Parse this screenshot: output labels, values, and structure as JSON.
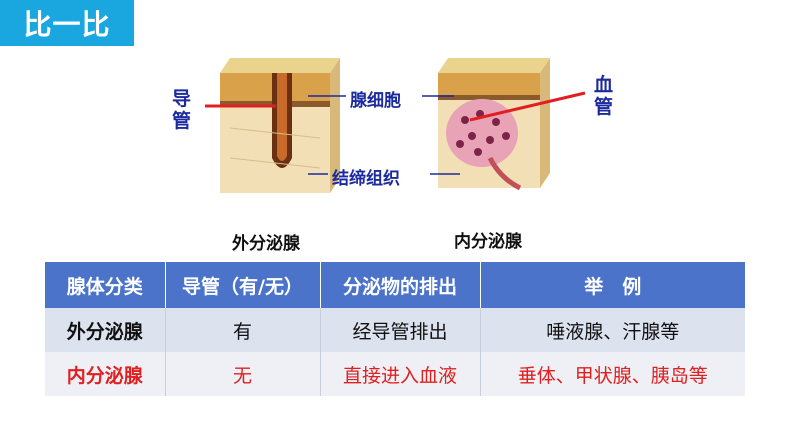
{
  "tag": {
    "label": "比一比"
  },
  "figure": {
    "left_label": "导管",
    "right_label": "血管",
    "gland_cells_label": "腺细胞",
    "connective_label": "结缔组织",
    "left_caption": "外分泌腺",
    "right_caption": "内分泌腺"
  },
  "table": {
    "headers": [
      "腺体分类",
      "导管（有/无）",
      "分泌物的排出",
      "举　例"
    ],
    "rows": [
      [
        "外分泌腺",
        "有",
        "经导管排出",
        "唾液腺、汗腺等"
      ],
      [
        "内分泌腺",
        "无",
        "直接进入血液",
        "垂体、甲状腺、胰岛等"
      ]
    ]
  }
}
